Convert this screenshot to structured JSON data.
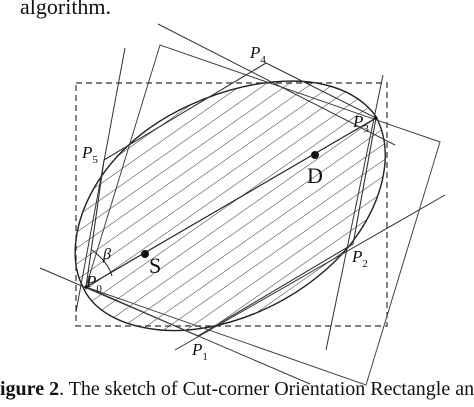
{
  "caption_top_fragment": "algorithm.",
  "caption_bottom": {
    "label": "igure 2",
    "text": ". The sketch of Cut-corner Orientation Rectangle an"
  },
  "points": {
    "p0": {
      "letter": "P",
      "sub": "0"
    },
    "p1": {
      "letter": "P",
      "sub": "1"
    },
    "p2": {
      "letter": "P",
      "sub": "2"
    },
    "p3": {
      "letter": "P",
      "sub": "3"
    },
    "p4": {
      "letter": "P",
      "sub": "4"
    },
    "p5": {
      "letter": "P",
      "sub": "5"
    }
  },
  "angle_label": "β",
  "center_s": "S",
  "center_d": "D"
}
